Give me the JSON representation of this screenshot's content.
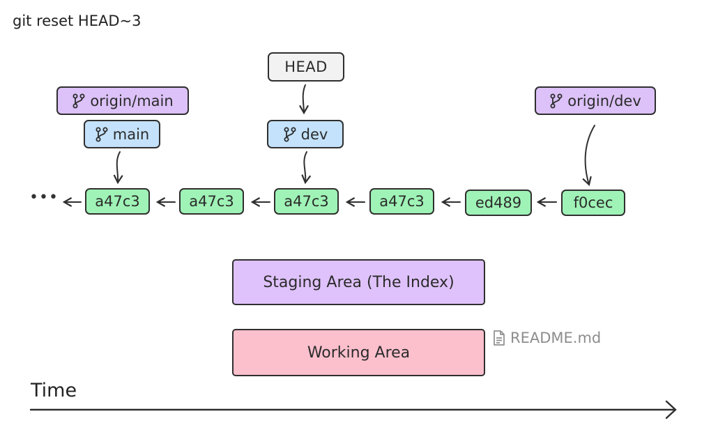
{
  "command": "git reset HEAD~3",
  "head_label": "HEAD",
  "refs": {
    "origin_main": "origin/main",
    "main": "main",
    "dev": "dev",
    "origin_dev": "origin/dev"
  },
  "commits": [
    "a47c3",
    "a47c3",
    "a47c3",
    "a47c3",
    "ed489",
    "f0cec"
  ],
  "history_ellipsis": "•••",
  "areas": {
    "staging": "Staging Area (The Index)",
    "working": "Working Area"
  },
  "file_label": "README.md",
  "time_label": "Time",
  "icons": [
    "branch-icon",
    "file-icon"
  ],
  "colors": {
    "head": "#f2f2f2",
    "remote_ref": "#dcc2f8",
    "local_ref": "#c4e2fb",
    "commit": "#9ff3b6",
    "staging": "#dfc2fb",
    "working": "#fcc0cd"
  }
}
